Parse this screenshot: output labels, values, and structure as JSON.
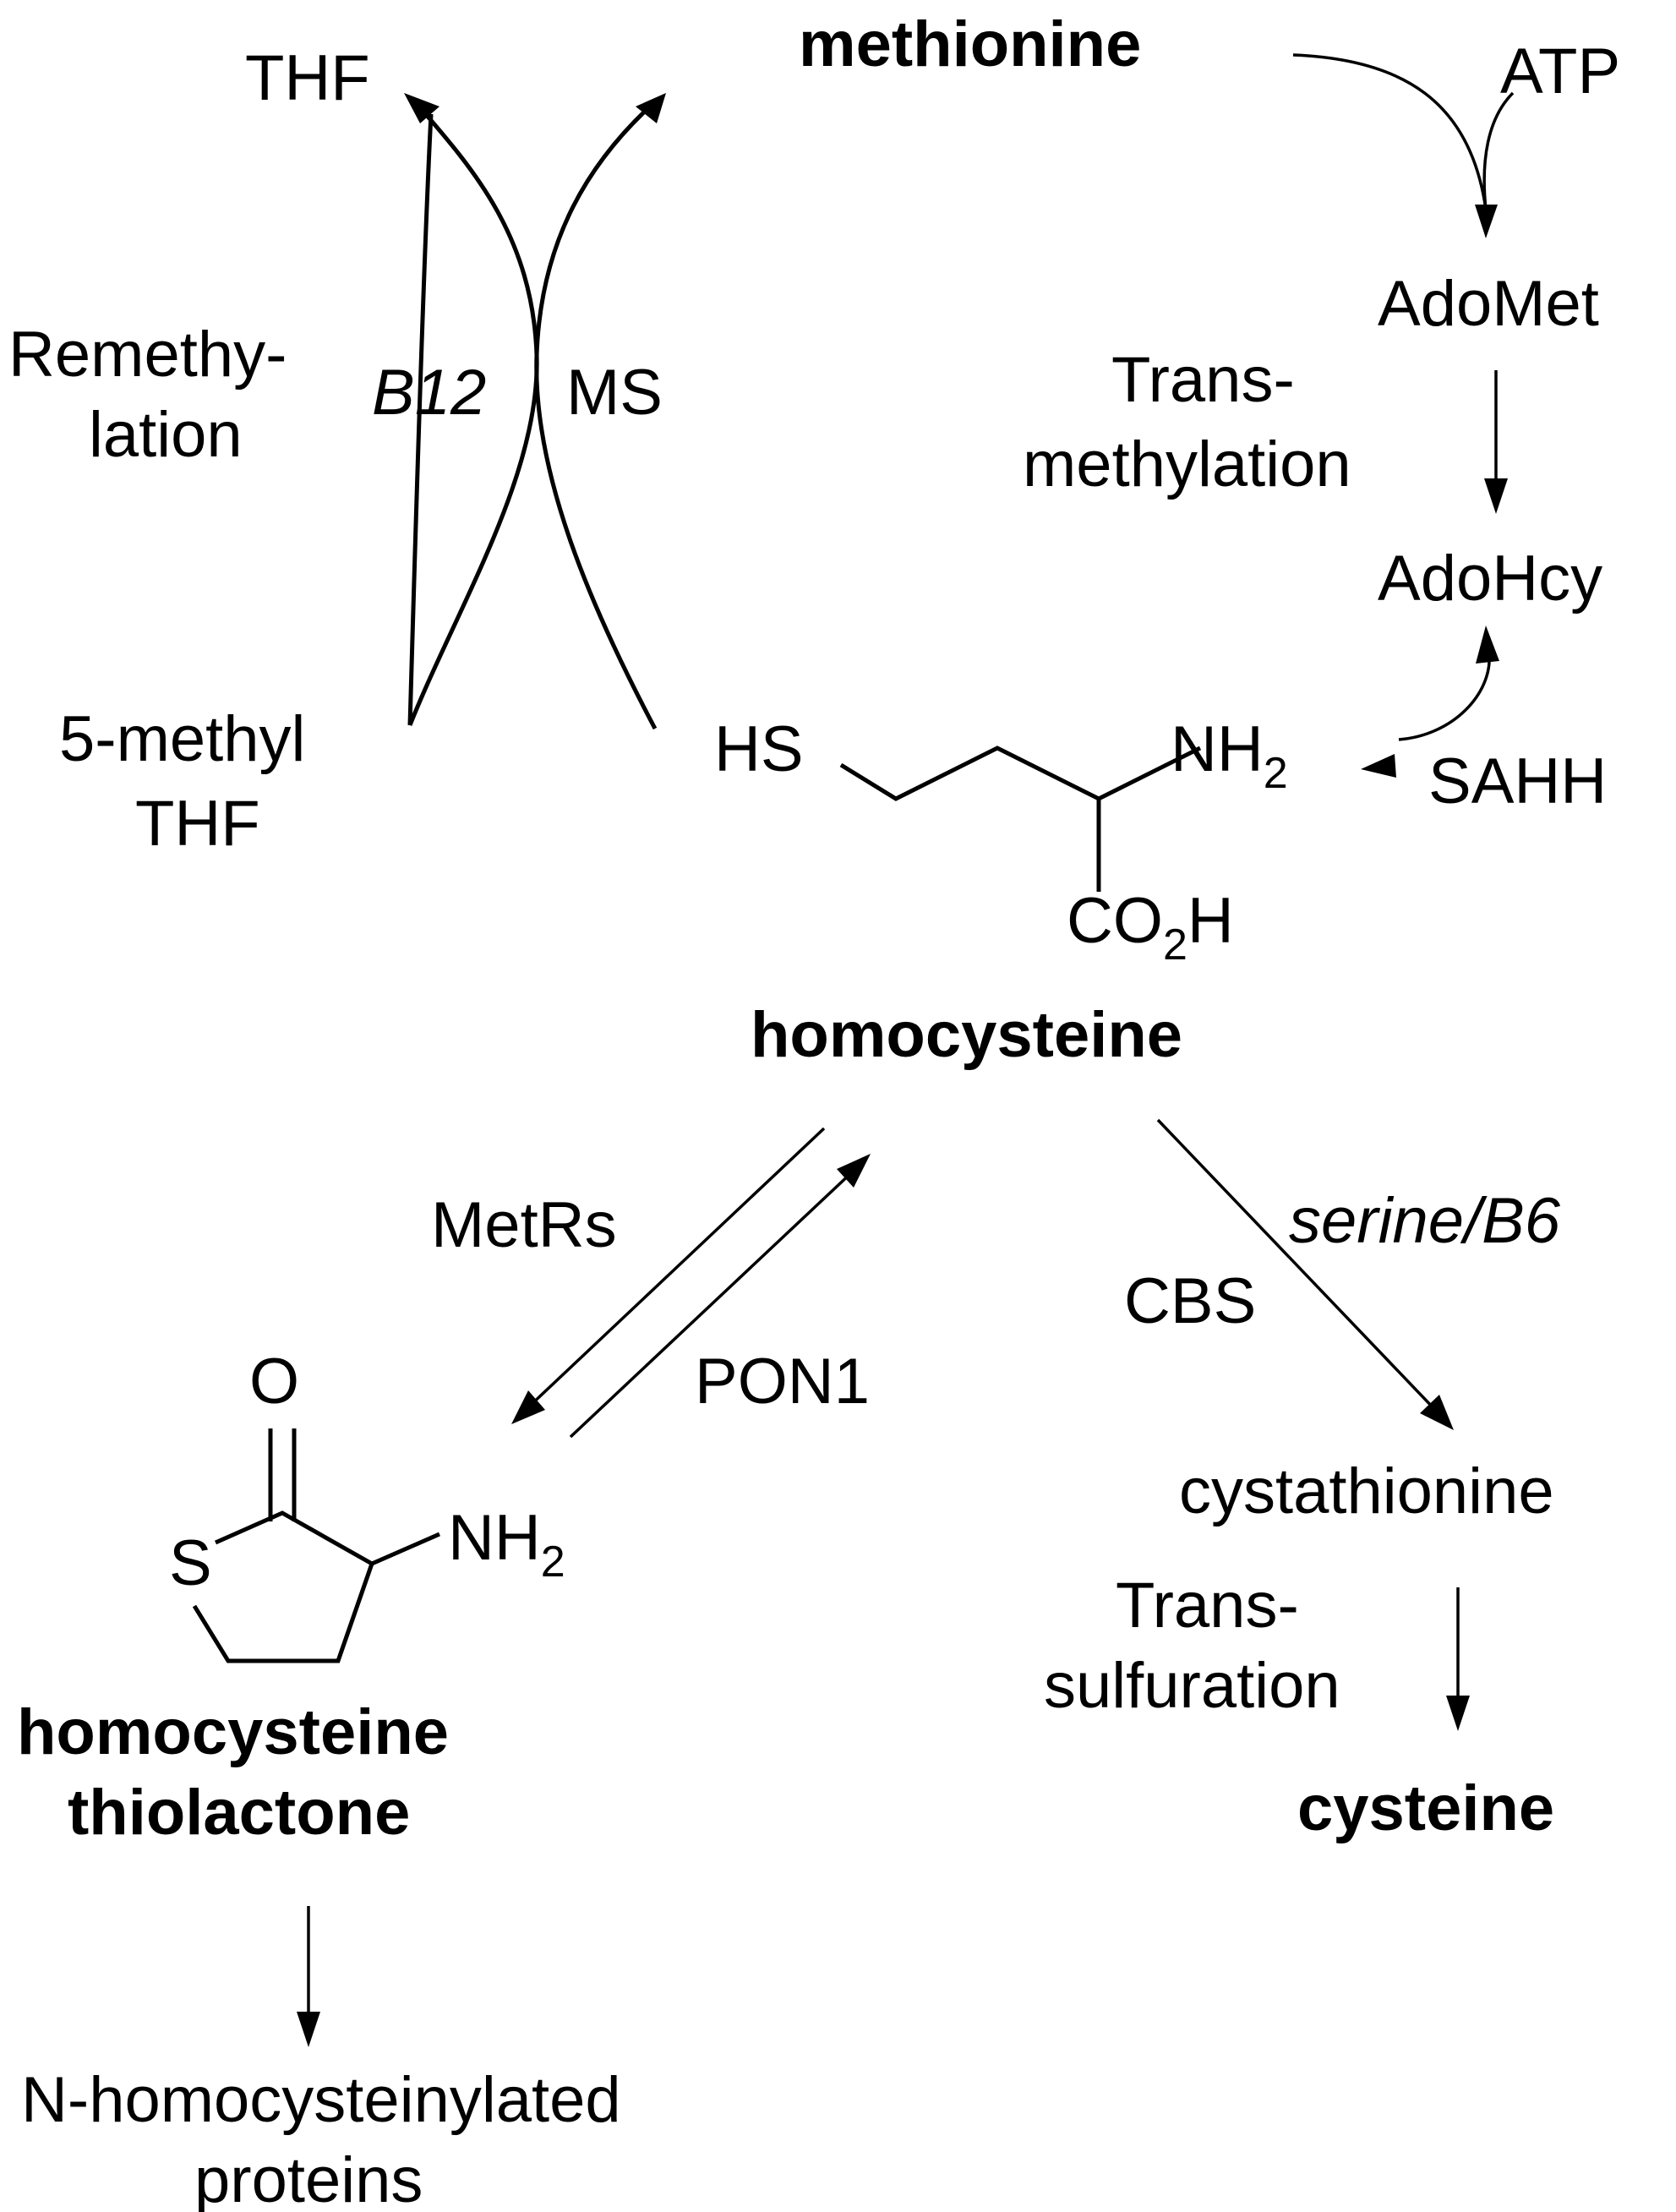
{
  "compounds": {
    "methionine": "methionine",
    "thf": "THF",
    "methyl_thf_line1": "5-methyl",
    "methyl_thf_line2": "THF",
    "adomet": "AdoMet",
    "adohcy": "AdoHcy",
    "homocysteine": "homocysteine",
    "thiolactone_line1": "homocysteine",
    "thiolactone_line2": "thiolactone",
    "cystathionine": "cystathionine",
    "cysteine": "cysteine",
    "nhcy_line1": "N-homocysteinylated",
    "nhcy_line2": "proteins"
  },
  "structure_labels": {
    "hs": "HS",
    "nh": "NH",
    "two": "2",
    "co": "CO",
    "h": "H",
    "o": "O",
    "s": "S"
  },
  "labels": {
    "atp": "ATP",
    "remethylation_line1": "Remethy-",
    "remethylation_line2": "lation",
    "b12": "B12",
    "ms": "MS",
    "transmethylation_line1": "Trans-",
    "transmethylation_line2": "methylation",
    "sahh": "SAHH",
    "metrs": "MetRs",
    "pon1": "PON1",
    "serine_b6": "serine/B6",
    "cbs": "CBS",
    "transsulfuration_line1": "Trans-",
    "transsulfuration_line2": "sulfuration"
  }
}
